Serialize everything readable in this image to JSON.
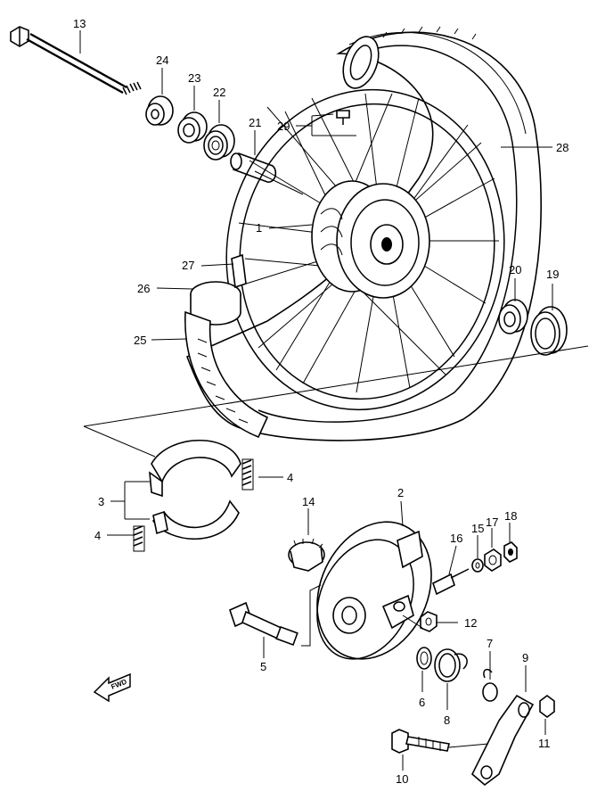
{
  "callouts": [
    "1",
    "2",
    "3",
    "4",
    "4",
    "5",
    "6",
    "7",
    "8",
    "9",
    "10",
    "11",
    "12",
    "13",
    "14",
    "15",
    "16",
    "17",
    "18",
    "19",
    "20",
    "21",
    "22",
    "23",
    "24",
    "25",
    "26",
    "27",
    "28",
    "29"
  ],
  "direction_badge": "FWD",
  "icons": {
    "direction_badge": "forward-arrow-icon"
  }
}
